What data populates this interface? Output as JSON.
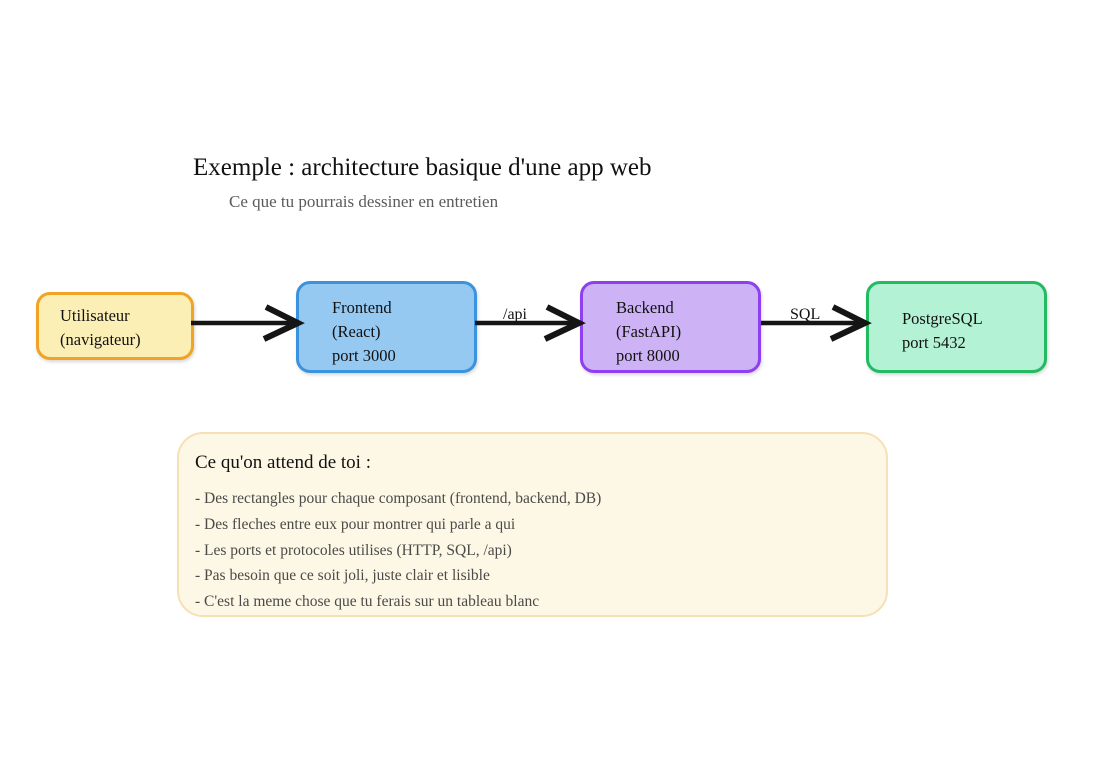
{
  "header": {
    "title": "Exemple : architecture basique d'une app web",
    "subtitle": "Ce que tu pourrais dessiner en entretien"
  },
  "diagram": {
    "type": "flow",
    "nodes": [
      {
        "id": "user",
        "lines": [
          "Utilisateur",
          "(navigateur)"
        ],
        "fill": "#fbefb6",
        "stroke": "#f0a324"
      },
      {
        "id": "frontend",
        "lines": [
          "Frontend",
          "(React)",
          "port 3000"
        ],
        "fill": "#95c9f2",
        "stroke": "#3b93dd"
      },
      {
        "id": "backend",
        "lines": [
          "Backend",
          "(FastAPI)",
          "port 8000"
        ],
        "fill": "#cdb3f5",
        "stroke": "#8e3fef"
      },
      {
        "id": "database",
        "lines": [
          "PostgreSQL",
          "port 5432"
        ],
        "fill": "#b4f2d6",
        "stroke": "#22bb62"
      }
    ],
    "edges": [
      {
        "from": "user",
        "to": "frontend",
        "label": ""
      },
      {
        "from": "frontend",
        "to": "backend",
        "label": "/api"
      },
      {
        "from": "backend",
        "to": "database",
        "label": "SQL"
      }
    ],
    "arrow_color": "#151515"
  },
  "callout": {
    "heading": "Ce qu'on attend de toi :",
    "items": [
      "- Des rectangles pour chaque composant (frontend, backend, DB)",
      "- Des fleches entre eux pour montrer qui parle a qui",
      "- Les ports et protocoles utilises (HTTP, SQL, /api)",
      "- Pas besoin que ce soit joli, juste clair et lisible",
      "- C'est la meme chose que tu ferais sur un tableau blanc"
    ],
    "fill": "#fdf8e6",
    "stroke": "#f6e0b4"
  }
}
